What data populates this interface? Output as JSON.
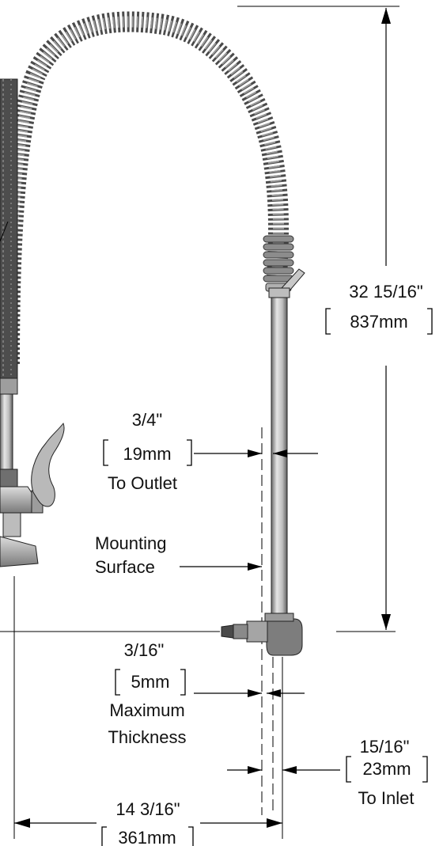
{
  "dimensions": {
    "height": {
      "imperial": "32 15/16\"",
      "metric": "837mm"
    },
    "outlet": {
      "imperial": "3/4\"",
      "metric": "19mm",
      "note": "To Outlet"
    },
    "mounting": {
      "line1": "Mounting",
      "line2": "Surface"
    },
    "thickness": {
      "imperial": "3/16\"",
      "metric": "5mm",
      "note1": "Maximum",
      "note2": "Thickness"
    },
    "inlet": {
      "imperial": "15/16\"",
      "metric": "23mm",
      "note": "To Inlet"
    },
    "reach": {
      "imperial": "14 3/16\"",
      "metric": "361mm"
    }
  },
  "colors": {
    "metal_light": "#d9d9d9",
    "metal_dark": "#5a5a5a",
    "line": "#000000"
  }
}
